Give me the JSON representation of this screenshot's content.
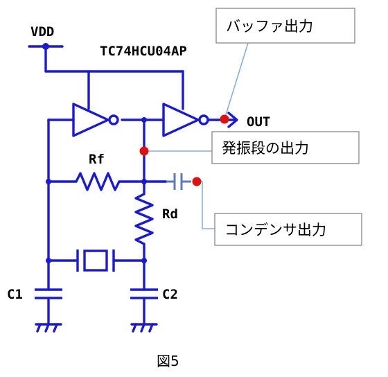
{
  "labels": {
    "vdd": "VDD",
    "ic": "TC74HCU04AP",
    "out": "OUT",
    "rf": "Rf",
    "rd": "Rd",
    "c1": "C1",
    "c2": "C2"
  },
  "callouts": {
    "buffer": "バッファ出力",
    "oscillator": "発振段の出力",
    "capacitor": "コンデンサ出力"
  },
  "caption": "図5",
  "colors": {
    "wire": "#1a1ad0",
    "text": "#000000",
    "probe": "#e01010",
    "leader": "#8aaed8",
    "capacitor_out": "#5a7ab8",
    "box_border": "#909090"
  }
}
